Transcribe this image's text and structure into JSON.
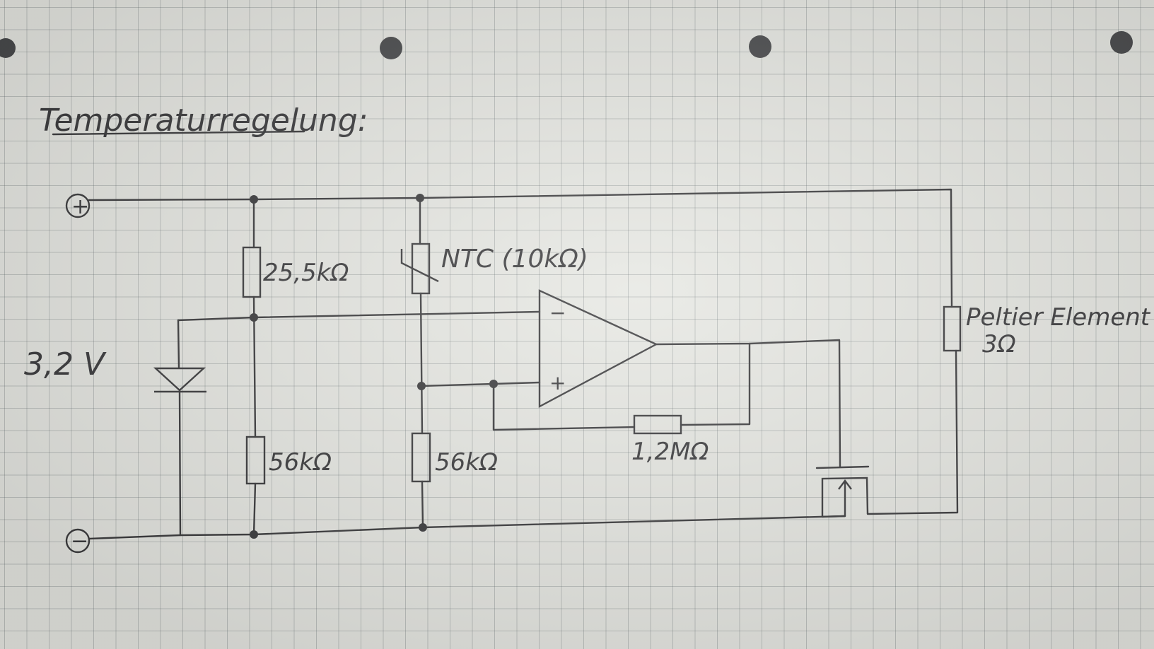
{
  "title": "Temperaturregelung:",
  "terminals": {
    "positive": "+",
    "negative": "−"
  },
  "diode_voltage": "3,2 V",
  "resistors": {
    "r_top_left": "25,5kΩ",
    "ntc": "NTC (10kΩ)",
    "r_bottom_left": "56kΩ",
    "r_bottom_mid": "56kΩ",
    "r_feedback": "1,2MΩ",
    "peltier_name": "Peltier Element",
    "peltier_value": "3Ω"
  },
  "opamp": {
    "inverting": "−",
    "non_inverting": "+"
  },
  "colors": {
    "ink": "#3a3a3c",
    "paper": "#e6e7e2",
    "grid": "#8a9398"
  }
}
